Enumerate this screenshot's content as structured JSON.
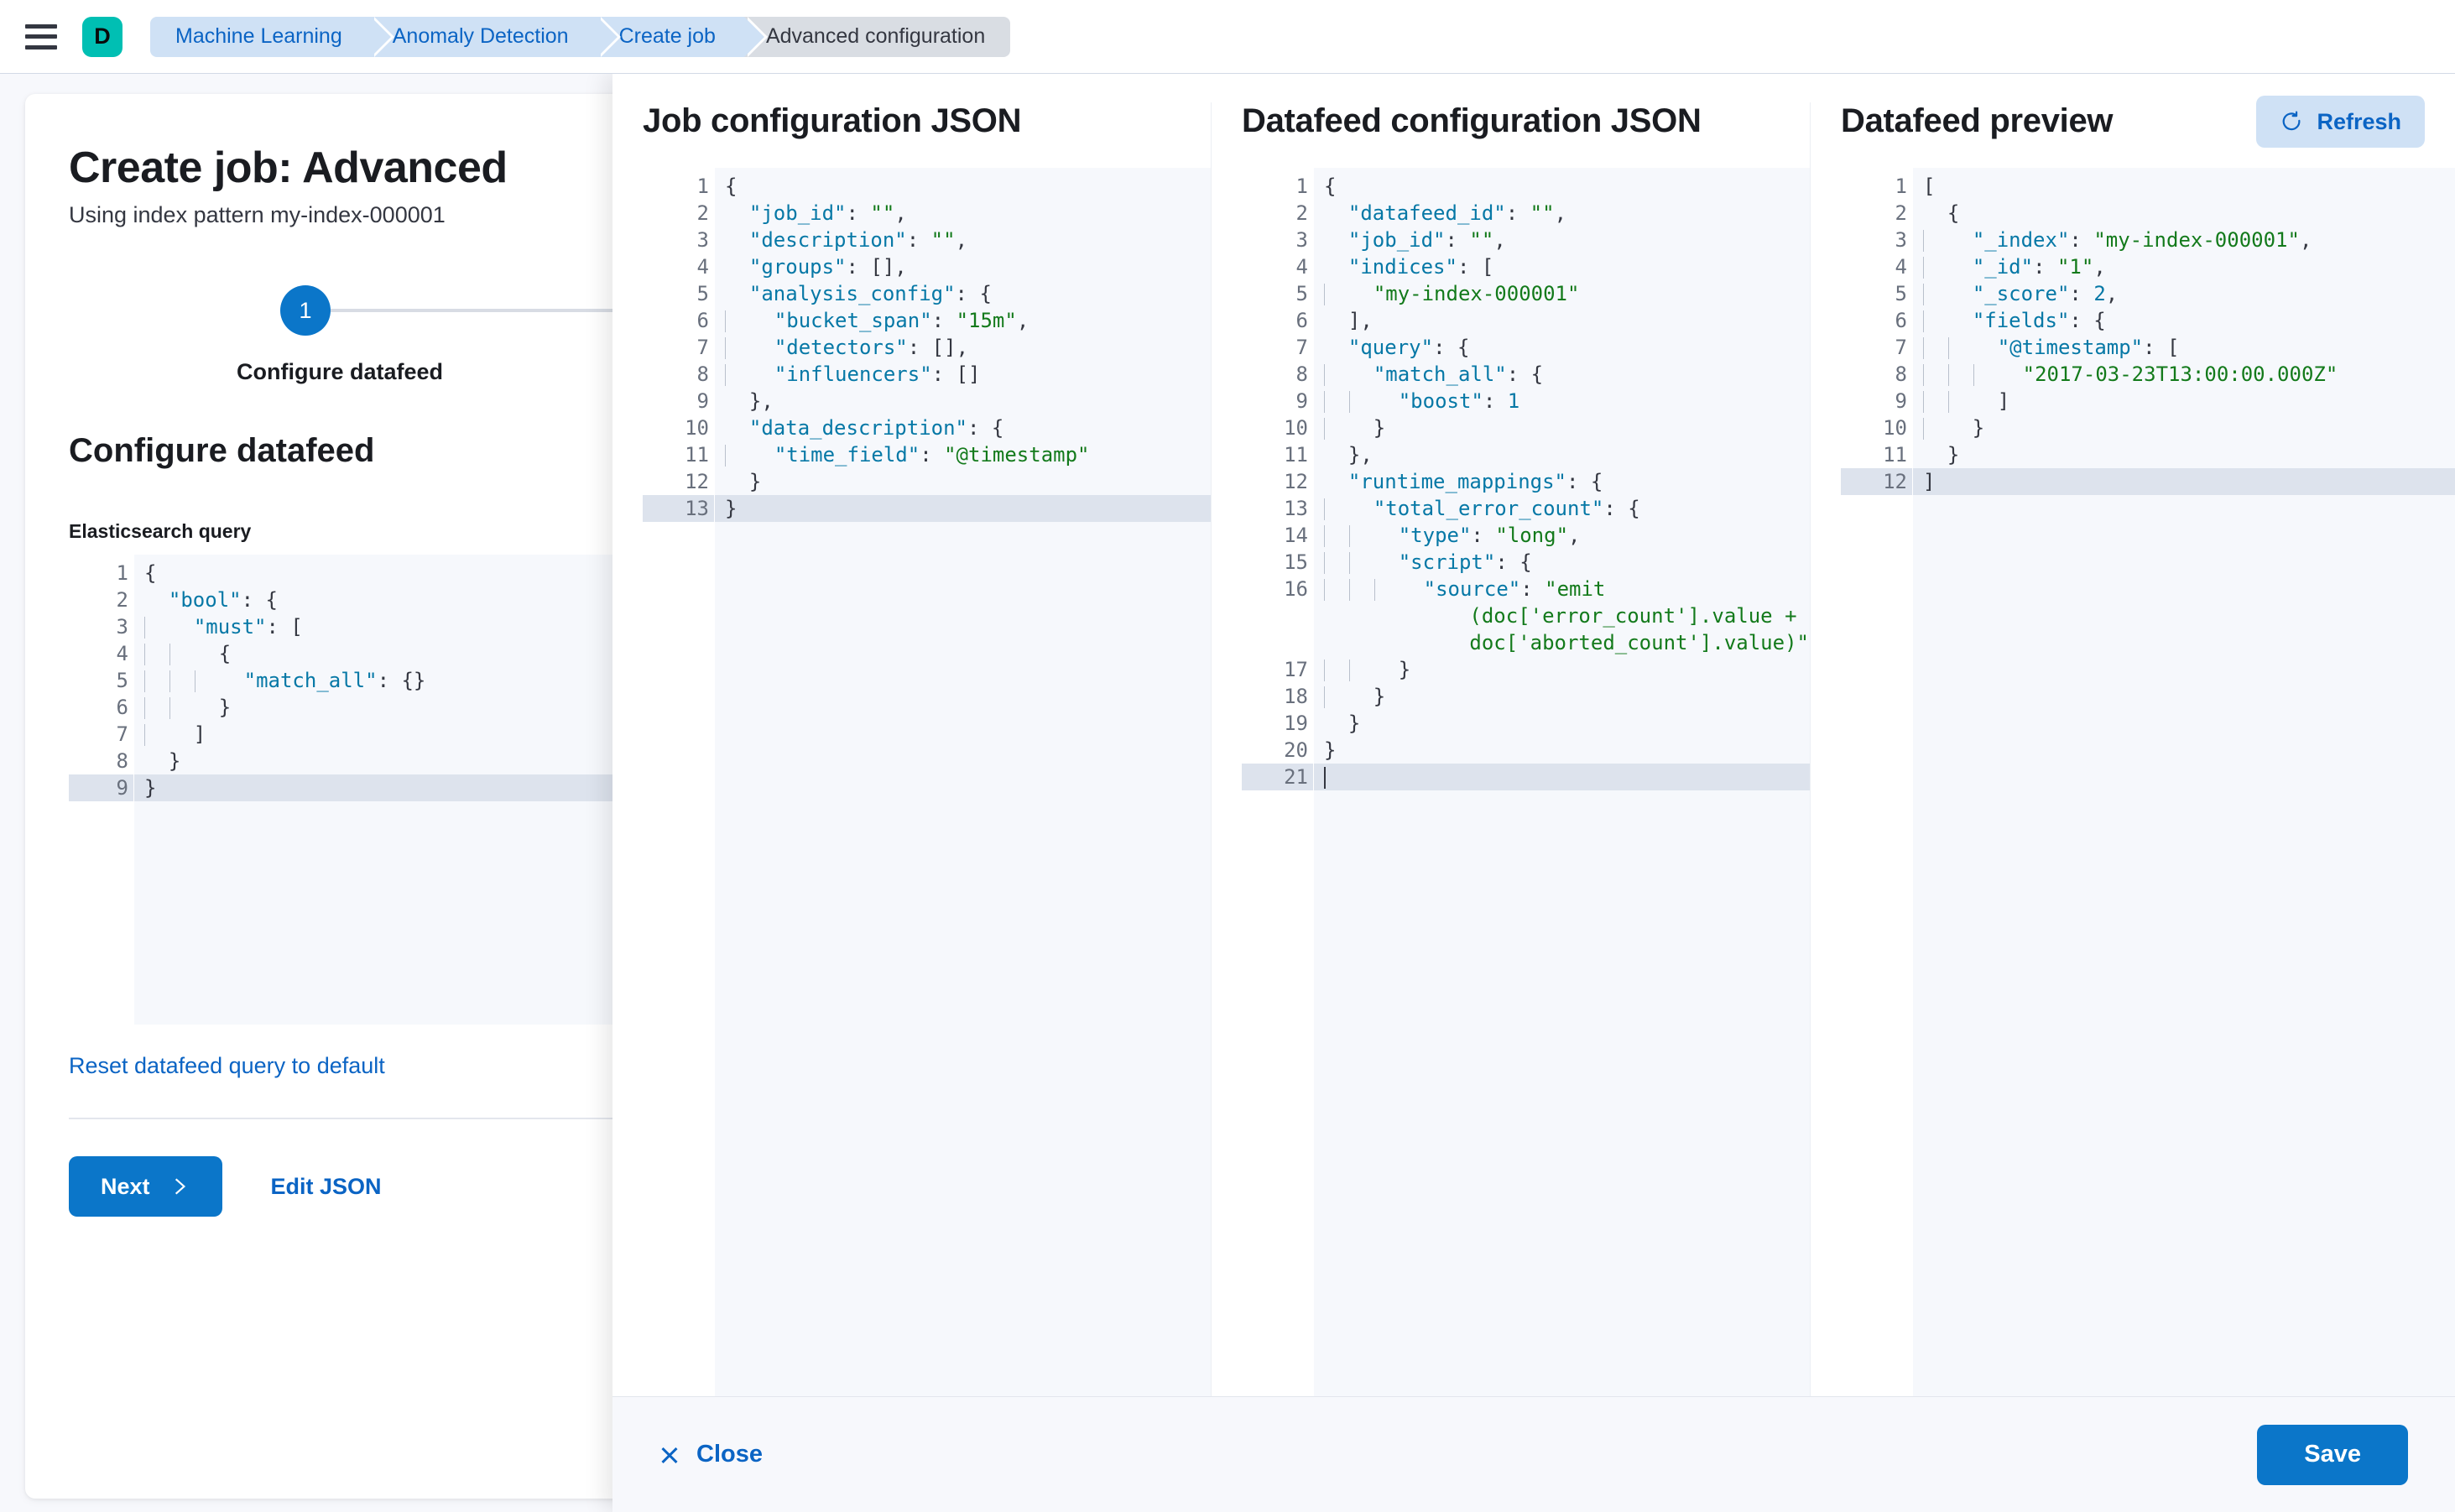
{
  "chrome": {
    "menu_icon": "hamburger-icon",
    "logo_letter": "D",
    "breadcrumbs": [
      {
        "label": "Machine Learning",
        "active": false
      },
      {
        "label": "Anomaly Detection",
        "active": false
      },
      {
        "label": "Create job",
        "active": false
      },
      {
        "label": "Advanced configuration",
        "active": true
      }
    ]
  },
  "left_page": {
    "title": "Create job: Advanced",
    "subtitle": "Using index pattern my-index-000001",
    "step": {
      "number": "1",
      "label": "Configure datafeed"
    },
    "section_heading": "Configure datafeed",
    "query_field_label": "Elasticsearch query",
    "reset_link": "Reset datafeed query to default",
    "next_button": "Next",
    "next_icon": "chevron-right-icon",
    "edit_json_link": "Edit JSON",
    "query_editor": {
      "lines": [
        {
          "n": "1",
          "fold": true,
          "indent": 0,
          "html": "{"
        },
        {
          "n": "2",
          "fold": true,
          "indent": 0,
          "html": "  <k>\"bool\"</k><p>: {</p>"
        },
        {
          "n": "3",
          "fold": true,
          "indent": 1,
          "html": "  <k>\"must\"</k><p>: [</p>"
        },
        {
          "n": "4",
          "fold": true,
          "indent": 2,
          "html": "  {"
        },
        {
          "n": "5",
          "fold": false,
          "indent": 3,
          "html": "  <k>\"match_all\"</k><p>: {}</p>"
        },
        {
          "n": "6",
          "fold": false,
          "indent": 2,
          "html": "  }"
        },
        {
          "n": "7",
          "fold": false,
          "indent": 1,
          "html": "  ]"
        },
        {
          "n": "8",
          "fold": false,
          "indent": 0,
          "html": "  }"
        },
        {
          "n": "9",
          "fold": false,
          "indent": 0,
          "html": "}",
          "current": true
        }
      ]
    }
  },
  "flyout": {
    "columns": [
      {
        "title": "Job configuration JSON",
        "has_refresh": false,
        "lines": [
          {
            "n": "1",
            "fold": true,
            "indent": 0,
            "html": "{"
          },
          {
            "n": "2",
            "fold": false,
            "indent": 0,
            "html": "  <k>\"job_id\"</k><p>: </p><s>\"\"</s><p>,</p>"
          },
          {
            "n": "3",
            "fold": false,
            "indent": 0,
            "html": "  <k>\"description\"</k><p>: </p><s>\"\"</s><p>,</p>"
          },
          {
            "n": "4",
            "fold": false,
            "indent": 0,
            "html": "  <k>\"groups\"</k><p>: [],</p>"
          },
          {
            "n": "5",
            "fold": true,
            "indent": 0,
            "html": "  <k>\"analysis_config\"</k><p>: {</p>"
          },
          {
            "n": "6",
            "fold": false,
            "indent": 1,
            "html": "  <k>\"bucket_span\"</k><p>: </p><s>\"15m\"</s><p>,</p>"
          },
          {
            "n": "7",
            "fold": false,
            "indent": 1,
            "html": "  <k>\"detectors\"</k><p>: [],</p>"
          },
          {
            "n": "8",
            "fold": false,
            "indent": 1,
            "html": "  <k>\"influencers\"</k><p>: []</p>"
          },
          {
            "n": "9",
            "fold": false,
            "indent": 0,
            "html": "  },"
          },
          {
            "n": "10",
            "fold": true,
            "indent": 0,
            "html": "  <k>\"data_description\"</k><p>: {</p>"
          },
          {
            "n": "11",
            "fold": false,
            "indent": 1,
            "html": "  <k>\"time_field\"</k><p>: </p><s>\"@timestamp\"</s>"
          },
          {
            "n": "12",
            "fold": false,
            "indent": 0,
            "html": "  }"
          },
          {
            "n": "13",
            "fold": false,
            "indent": 0,
            "html": "}",
            "current": true
          }
        ]
      },
      {
        "title": "Datafeed configuration JSON",
        "has_refresh": false,
        "lines": [
          {
            "n": "1",
            "fold": true,
            "indent": 0,
            "html": "{"
          },
          {
            "n": "2",
            "fold": false,
            "indent": 0,
            "html": "  <k>\"datafeed_id\"</k><p>: </p><s>\"\"</s><p>,</p>"
          },
          {
            "n": "3",
            "fold": false,
            "indent": 0,
            "html": "  <k>\"job_id\"</k><p>: </p><s>\"\"</s><p>,</p>"
          },
          {
            "n": "4",
            "fold": true,
            "indent": 0,
            "html": "  <k>\"indices\"</k><p>: [</p>"
          },
          {
            "n": "5",
            "fold": false,
            "indent": 1,
            "html": "  <s>\"my-index-000001\"</s>"
          },
          {
            "n": "6",
            "fold": false,
            "indent": 0,
            "html": "  ],"
          },
          {
            "n": "7",
            "fold": true,
            "indent": 0,
            "html": "  <k>\"query\"</k><p>: {</p>"
          },
          {
            "n": "8",
            "fold": true,
            "indent": 1,
            "html": "  <k>\"match_all\"</k><p>: {</p>"
          },
          {
            "n": "9",
            "fold": false,
            "indent": 2,
            "html": "  <k>\"boost\"</k><p>: </p><n>1</n>"
          },
          {
            "n": "10",
            "fold": false,
            "indent": 1,
            "html": "  }"
          },
          {
            "n": "11",
            "fold": false,
            "indent": 0,
            "html": "  },"
          },
          {
            "n": "12",
            "fold": true,
            "indent": 0,
            "html": "  <k>\"runtime_mappings\"</k><p>: {</p>"
          },
          {
            "n": "13",
            "fold": true,
            "indent": 1,
            "html": "  <k>\"total_error_count\"</k><p>: {</p>"
          },
          {
            "n": "14",
            "fold": false,
            "indent": 2,
            "html": "  <k>\"type\"</k><p>: </p><s>\"long\"</s><p>,</p>"
          },
          {
            "n": "15",
            "fold": true,
            "indent": 2,
            "html": "  <k>\"script\"</k><p>: {</p>"
          },
          {
            "n": "16",
            "fold": false,
            "indent": 3,
            "wrap": true,
            "html": "  <k>\"source\"</k><p>: </p><s>\"emit</s>"
          },
          {
            "n": "",
            "fold": false,
            "indent": 0,
            "cont": true,
            "html": "<s>(doc['error_count'].value +</s>"
          },
          {
            "n": "",
            "fold": false,
            "indent": 0,
            "cont": true,
            "html": "<s>doc['aborted_count'].value)\"</s>"
          },
          {
            "n": "17",
            "fold": false,
            "indent": 2,
            "html": "  }"
          },
          {
            "n": "18",
            "fold": false,
            "indent": 1,
            "html": "  }"
          },
          {
            "n": "19",
            "fold": false,
            "indent": 0,
            "html": "  }"
          },
          {
            "n": "20",
            "fold": false,
            "indent": 0,
            "html": "}"
          },
          {
            "n": "21",
            "fold": false,
            "indent": 0,
            "html": "",
            "current": true,
            "caret": true
          }
        ]
      },
      {
        "title": "Datafeed preview",
        "has_refresh": true,
        "refresh_label": "Refresh",
        "refresh_icon": "refresh-icon",
        "lines": [
          {
            "n": "1",
            "fold": true,
            "indent": 0,
            "html": "["
          },
          {
            "n": "2",
            "fold": true,
            "indent": 0,
            "html": "  {"
          },
          {
            "n": "3",
            "fold": false,
            "indent": 1,
            "html": "  <k>\"_index\"</k><p>: </p><s>\"my-index-000001\"</s><p>,</p>"
          },
          {
            "n": "4",
            "fold": false,
            "indent": 1,
            "html": "  <k>\"_id\"</k><p>: </p><s>\"1\"</s><p>,</p>"
          },
          {
            "n": "5",
            "fold": false,
            "indent": 1,
            "html": "  <k>\"_score\"</k><p>: </p><n>2</n><p>,</p>"
          },
          {
            "n": "6",
            "fold": true,
            "indent": 1,
            "html": "  <k>\"fields\"</k><p>: {</p>"
          },
          {
            "n": "7",
            "fold": true,
            "indent": 2,
            "html": "  <k>\"@timestamp\"</k><p>: [</p>"
          },
          {
            "n": "8",
            "fold": false,
            "indent": 3,
            "html": "  <s>\"2017-03-23T13:00:00.000Z\"</s>"
          },
          {
            "n": "9",
            "fold": false,
            "indent": 2,
            "html": "  ]"
          },
          {
            "n": "10",
            "fold": false,
            "indent": 1,
            "html": "  }"
          },
          {
            "n": "11",
            "fold": false,
            "indent": 0,
            "html": "  }"
          },
          {
            "n": "12",
            "fold": false,
            "indent": 0,
            "html": "]",
            "current": true
          }
        ]
      }
    ],
    "footer": {
      "close_label": "Close",
      "close_icon": "close-icon",
      "save_label": "Save"
    }
  },
  "colors": {
    "accent_blue": "#0b76c9",
    "link_blue": "#0b64c4",
    "brand_teal": "#00bfb3",
    "crumb_blue_bg": "#cfe1f5",
    "crumb_active_bg": "#d9dde3",
    "code_key": "#0678a6",
    "code_string": "#137a1b",
    "editor_bg": "#f6f8fc",
    "editor_current_line": "#dde3ed"
  }
}
